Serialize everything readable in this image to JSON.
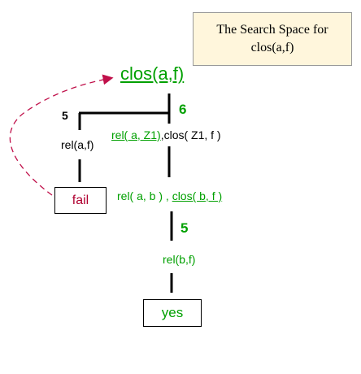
{
  "title_line1": "The Search Space for",
  "title_line2": "clos(a,f)",
  "root_goal": "clos(a,f)",
  "left_branch_label": "5",
  "right_branch_label": "6",
  "left_goal": "rel(a,f)",
  "right_goal_part1": "rel( a, Z1)",
  "right_goal_part2": ",clos( Z1, f )",
  "fail_label": "fail",
  "mid_goal_part1": "rel( a, b ) , ",
  "mid_goal_part2": "clos( b, f )",
  "lower_branch_label": "5",
  "lower_goal": "rel(b,f)",
  "yes_label": "yes",
  "colors": {
    "green": "#00a000",
    "fail_red": "#b00030",
    "arrow_red": "#c0104a",
    "title_bg": "#fff6dc"
  }
}
